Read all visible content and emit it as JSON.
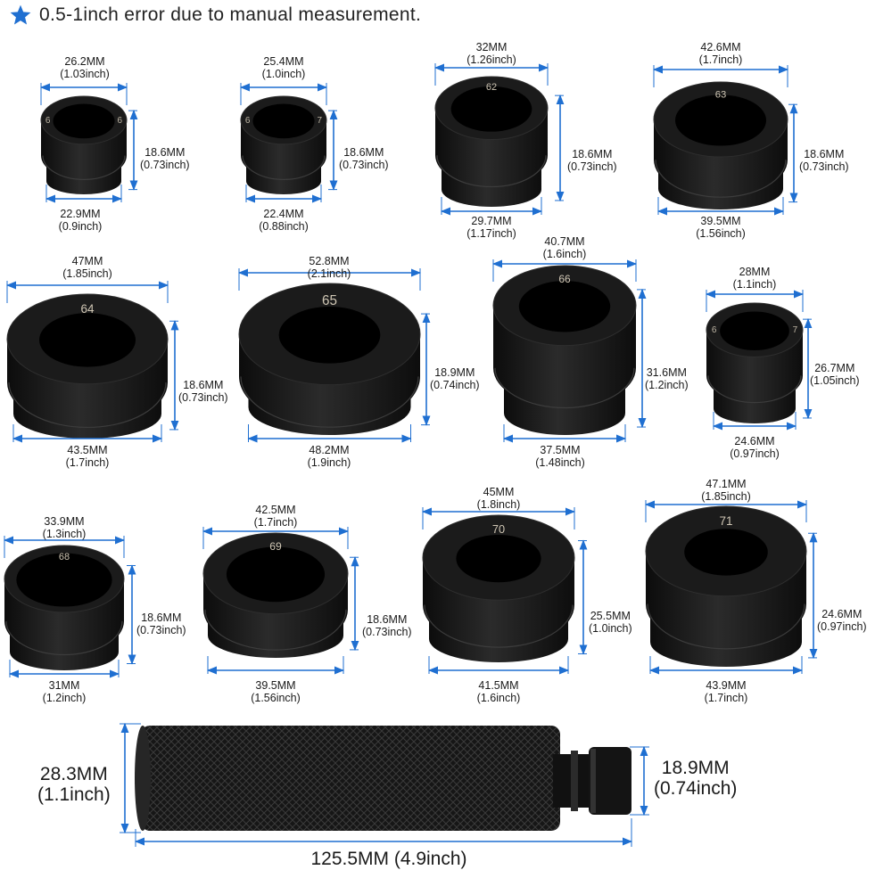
{
  "note": {
    "text": "0.5-1inch error due to manual measurement.",
    "icon": "star-icon",
    "icon_color": "#1f6fd1"
  },
  "colors": {
    "dim_line": "#1f6fd1",
    "part": "#151515"
  },
  "bushings": [
    {
      "num": "",
      "top_mm": "26.2MM",
      "top_in": "(1.03inch)",
      "bot_mm": "22.9MM",
      "bot_in": "(0.9inch)",
      "h_mm": "18.6MM",
      "h_in": "(0.73inch)"
    },
    {
      "num": "",
      "top_mm": "25.4MM",
      "top_in": "(1.0inch)",
      "bot_mm": "22.4MM",
      "bot_in": "(0.88inch)",
      "h_mm": "18.6MM",
      "h_in": "(0.73inch)"
    },
    {
      "num": "62",
      "top_mm": "32MM",
      "top_in": "(1.26inch)",
      "bot_mm": "29.7MM",
      "bot_in": "(1.17inch)",
      "h_mm": "18.6MM",
      "h_in": "(0.73inch)"
    },
    {
      "num": "63",
      "top_mm": "42.6MM",
      "top_in": "(1.7inch)",
      "bot_mm": "39.5MM",
      "bot_in": "(1.56inch)",
      "h_mm": "18.6MM",
      "h_in": "(0.73inch)"
    },
    {
      "num": "64",
      "top_mm": "47MM",
      "top_in": "(1.85inch)",
      "bot_mm": "43.5MM",
      "bot_in": "(1.7inch)",
      "h_mm": "18.6MM",
      "h_in": "(0.73inch)"
    },
    {
      "num": "65",
      "top_mm": "52.8MM",
      "top_in": "(2.1inch)",
      "bot_mm": "48.2MM",
      "bot_in": "(1.9inch)",
      "h_mm": "18.9MM",
      "h_in": "(0.74inch)"
    },
    {
      "num": "66",
      "top_mm": "40.7MM",
      "top_in": "(1.6inch)",
      "bot_mm": "37.5MM",
      "bot_in": "(1.48inch)",
      "h_mm": "31.6MM",
      "h_in": "(1.2inch)"
    },
    {
      "num": "",
      "top_mm": "28MM",
      "top_in": "(1.1inch)",
      "bot_mm": "24.6MM",
      "bot_in": "(0.97inch)",
      "h_mm": "26.7MM",
      "h_in": "(1.05inch)"
    },
    {
      "num": "68",
      "top_mm": "33.9MM",
      "top_in": "(1.3inch)",
      "bot_mm": "31MM",
      "bot_in": "(1.2inch)",
      "h_mm": "18.6MM",
      "h_in": "(0.73inch)"
    },
    {
      "num": "69",
      "top_mm": "42.5MM",
      "top_in": "(1.7inch)",
      "bot_mm": "39.5MM",
      "bot_in": "(1.56inch)",
      "h_mm": "18.6MM",
      "h_in": "(0.73inch)"
    },
    {
      "num": "70",
      "top_mm": "45MM",
      "top_in": "(1.8inch)",
      "bot_mm": "41.5MM",
      "bot_in": "(1.6inch)",
      "h_mm": "25.5MM",
      "h_in": "(1.0inch)"
    },
    {
      "num": "71",
      "top_mm": "47.1MM",
      "top_in": "(1.85inch)",
      "bot_mm": "43.9MM",
      "bot_in": "(1.7inch)",
      "h_mm": "24.6MM",
      "h_in": "(0.97inch)"
    }
  ],
  "small_marks": {
    "b0_left": "6",
    "b0_right": "6",
    "b1_left": "6",
    "b1_right": "7",
    "b7_left": "6",
    "b7_right": "7"
  },
  "handle": {
    "dia_mm": "28.3MM",
    "dia_in": "(1.1inch)",
    "tip_mm": "18.9MM",
    "tip_in": "(0.74inch)",
    "len": "125.5MM (4.9inch)"
  }
}
